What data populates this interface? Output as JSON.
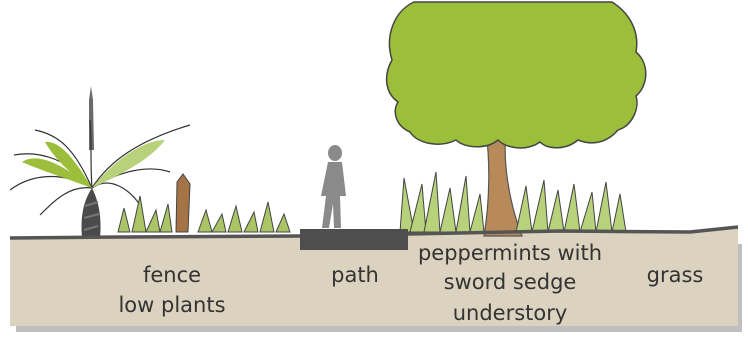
{
  "labels": {
    "fence": "fence",
    "low_plants": "low plants",
    "path": "path",
    "peppermints_line1": "peppermints with",
    "peppermints_line2": "sword sedge",
    "peppermints_line3": "understory",
    "grass": "grass"
  },
  "colors": {
    "ground": "#dcd2c0",
    "ground_line": "#555555",
    "path": "#4e4e4e",
    "foliage": "#9bbf3a",
    "foliage_light": "#b7d27a",
    "trunk": "#b88a5a",
    "person": "#8a8a8a",
    "outline": "#333333",
    "text": "#333333"
  }
}
